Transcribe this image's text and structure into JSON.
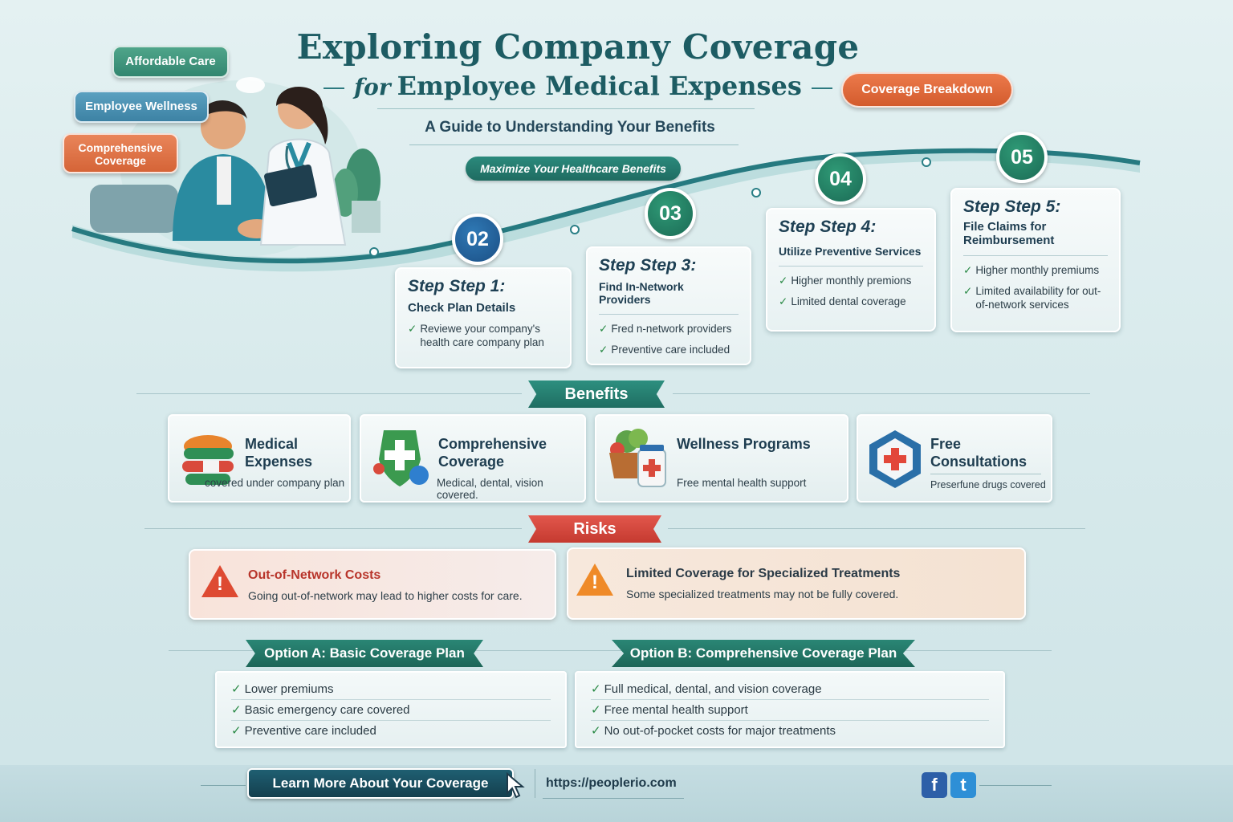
{
  "header": {
    "title_line1": "Exploring Company Coverage",
    "title_for": "for",
    "title_line2": "Employee Medical Expenses",
    "subtitle": "A Guide to Understanding Your Benefits",
    "tagline": "Maximize Your Healthcare Benefits"
  },
  "pills": {
    "affordable": "Affordable Care",
    "wellness": "Employee Wellness",
    "comprehensive": "Comprehensive Coverage",
    "breakdown": "Coverage Breakdown"
  },
  "steps": [
    {
      "number": "02",
      "title": "Step Step 1:",
      "subtitle": "Check Plan Details",
      "items": [
        "Reviewe your company's health care company plan"
      ]
    },
    {
      "number": "03",
      "title": "Step Step 3:",
      "subtitle": "Find In-Network Providers",
      "items": [
        "Fred n-network providers",
        "Preventive care included"
      ]
    },
    {
      "number": "04",
      "title": "Step Step 4:",
      "subtitle": "Utilize Preventive Services",
      "items": [
        "Higher monthly premions",
        "Limited dental coverage"
      ]
    },
    {
      "number": "05",
      "title": "Step Step 5:",
      "subtitle": "File Claims for Reimbursement",
      "items": [
        "Higher monthly premiums",
        "Limited availability for out-of-network services"
      ]
    }
  ],
  "benefits": {
    "heading": "Benefits",
    "items": [
      {
        "title": "Medical Expenses",
        "desc": "covered under company plan"
      },
      {
        "title": "Comprehensive Coverage",
        "desc": "Medical, dental, vision covered."
      },
      {
        "title": "Wellness Programs",
        "desc": "Free mental health support"
      },
      {
        "title": "Free Consultations",
        "desc": "Preserfune drugs covered"
      }
    ]
  },
  "risks": {
    "heading": "Risks",
    "items": [
      {
        "title": "Out-of-Network Costs",
        "desc": "Going out-of-network may lead to higher costs for care."
      },
      {
        "title": "Limited Coverage for Specialized Treatments",
        "desc": "Some specialized treatments may not be fully covered."
      }
    ]
  },
  "options": [
    {
      "heading": "Option A: Basic Coverage Plan",
      "items": [
        "Lower premiums",
        "Basic emergency care covered",
        "Preventive care included"
      ]
    },
    {
      "heading": "Option B: Comprehensive Coverage Plan",
      "items": [
        "Full medical, dental, and vision coverage",
        "Free mental health support",
        "No out-of-pocket costs for major treatments"
      ]
    }
  ],
  "footer": {
    "cta": "Learn More About Your Coverage",
    "url": "https://peoplerio.com",
    "facebook_glyph": "f",
    "twitter_glyph": "t"
  },
  "icons": {
    "check": "✓",
    "warning": "!",
    "cursor": "cursor-arrow-icon"
  },
  "colors": {
    "primary_teal": "#1d5c63",
    "accent_orange": "#d35b2d",
    "risk_red": "#c53a30",
    "check_green": "#2a8a46"
  }
}
